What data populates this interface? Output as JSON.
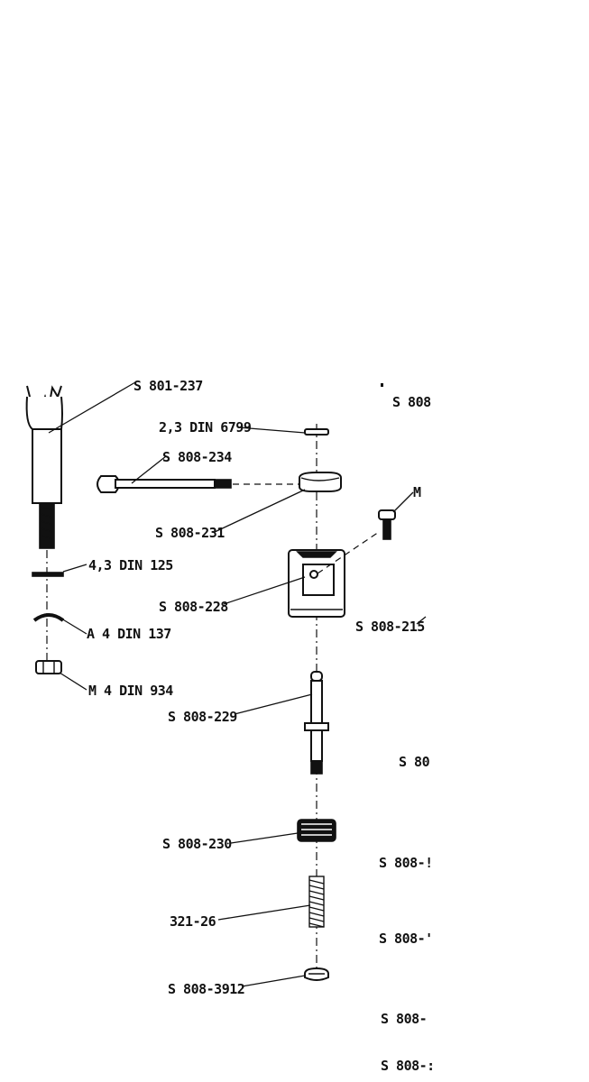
{
  "labels": {
    "top_left_cut": "S 801-237",
    "top_right_cut": "S 808",
    "right_mid_cut": "M",
    "pin_washer": "2,3 DIN 6799",
    "shaft": "S 808-234",
    "ring": "S 808-231",
    "washer_125": "4,3 DIN 125",
    "spring_washer": "A 4 DIN 137",
    "nut": "M 4 DIN 934",
    "block": "S 808-228",
    "screw_right": "S 808-215",
    "stud": "S 808-229",
    "right_80": "S 80",
    "knurled_nut": "S 808-230",
    "right_808_a": "S 808-!",
    "spring": "321-26",
    "right_808_b": "S 808-'",
    "screw_bottom": "S 808-3912",
    "right_808_c": "S 808-",
    "right_808_d": "S 808-:"
  }
}
